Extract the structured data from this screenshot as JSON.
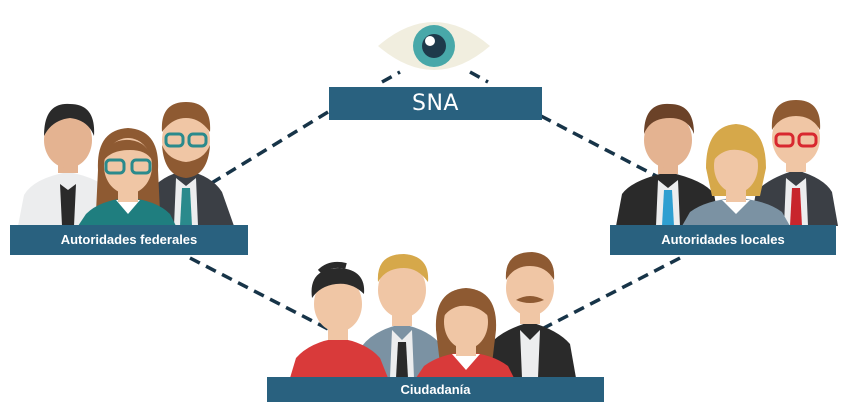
{
  "diagram": {
    "center_label": "SNA",
    "groups": [
      {
        "id": "federal",
        "label": "Autoridades federales"
      },
      {
        "id": "local",
        "label": "Autoridades locales"
      },
      {
        "id": "citizen",
        "label": "Ciudadanía"
      }
    ]
  },
  "colors": {
    "box": "#29617F",
    "connector": "#173448",
    "eye_iris": "#48A8A9",
    "eye_white": "#F1EEDF"
  },
  "icons": [
    "eye-icon",
    "people-group-icon"
  ]
}
